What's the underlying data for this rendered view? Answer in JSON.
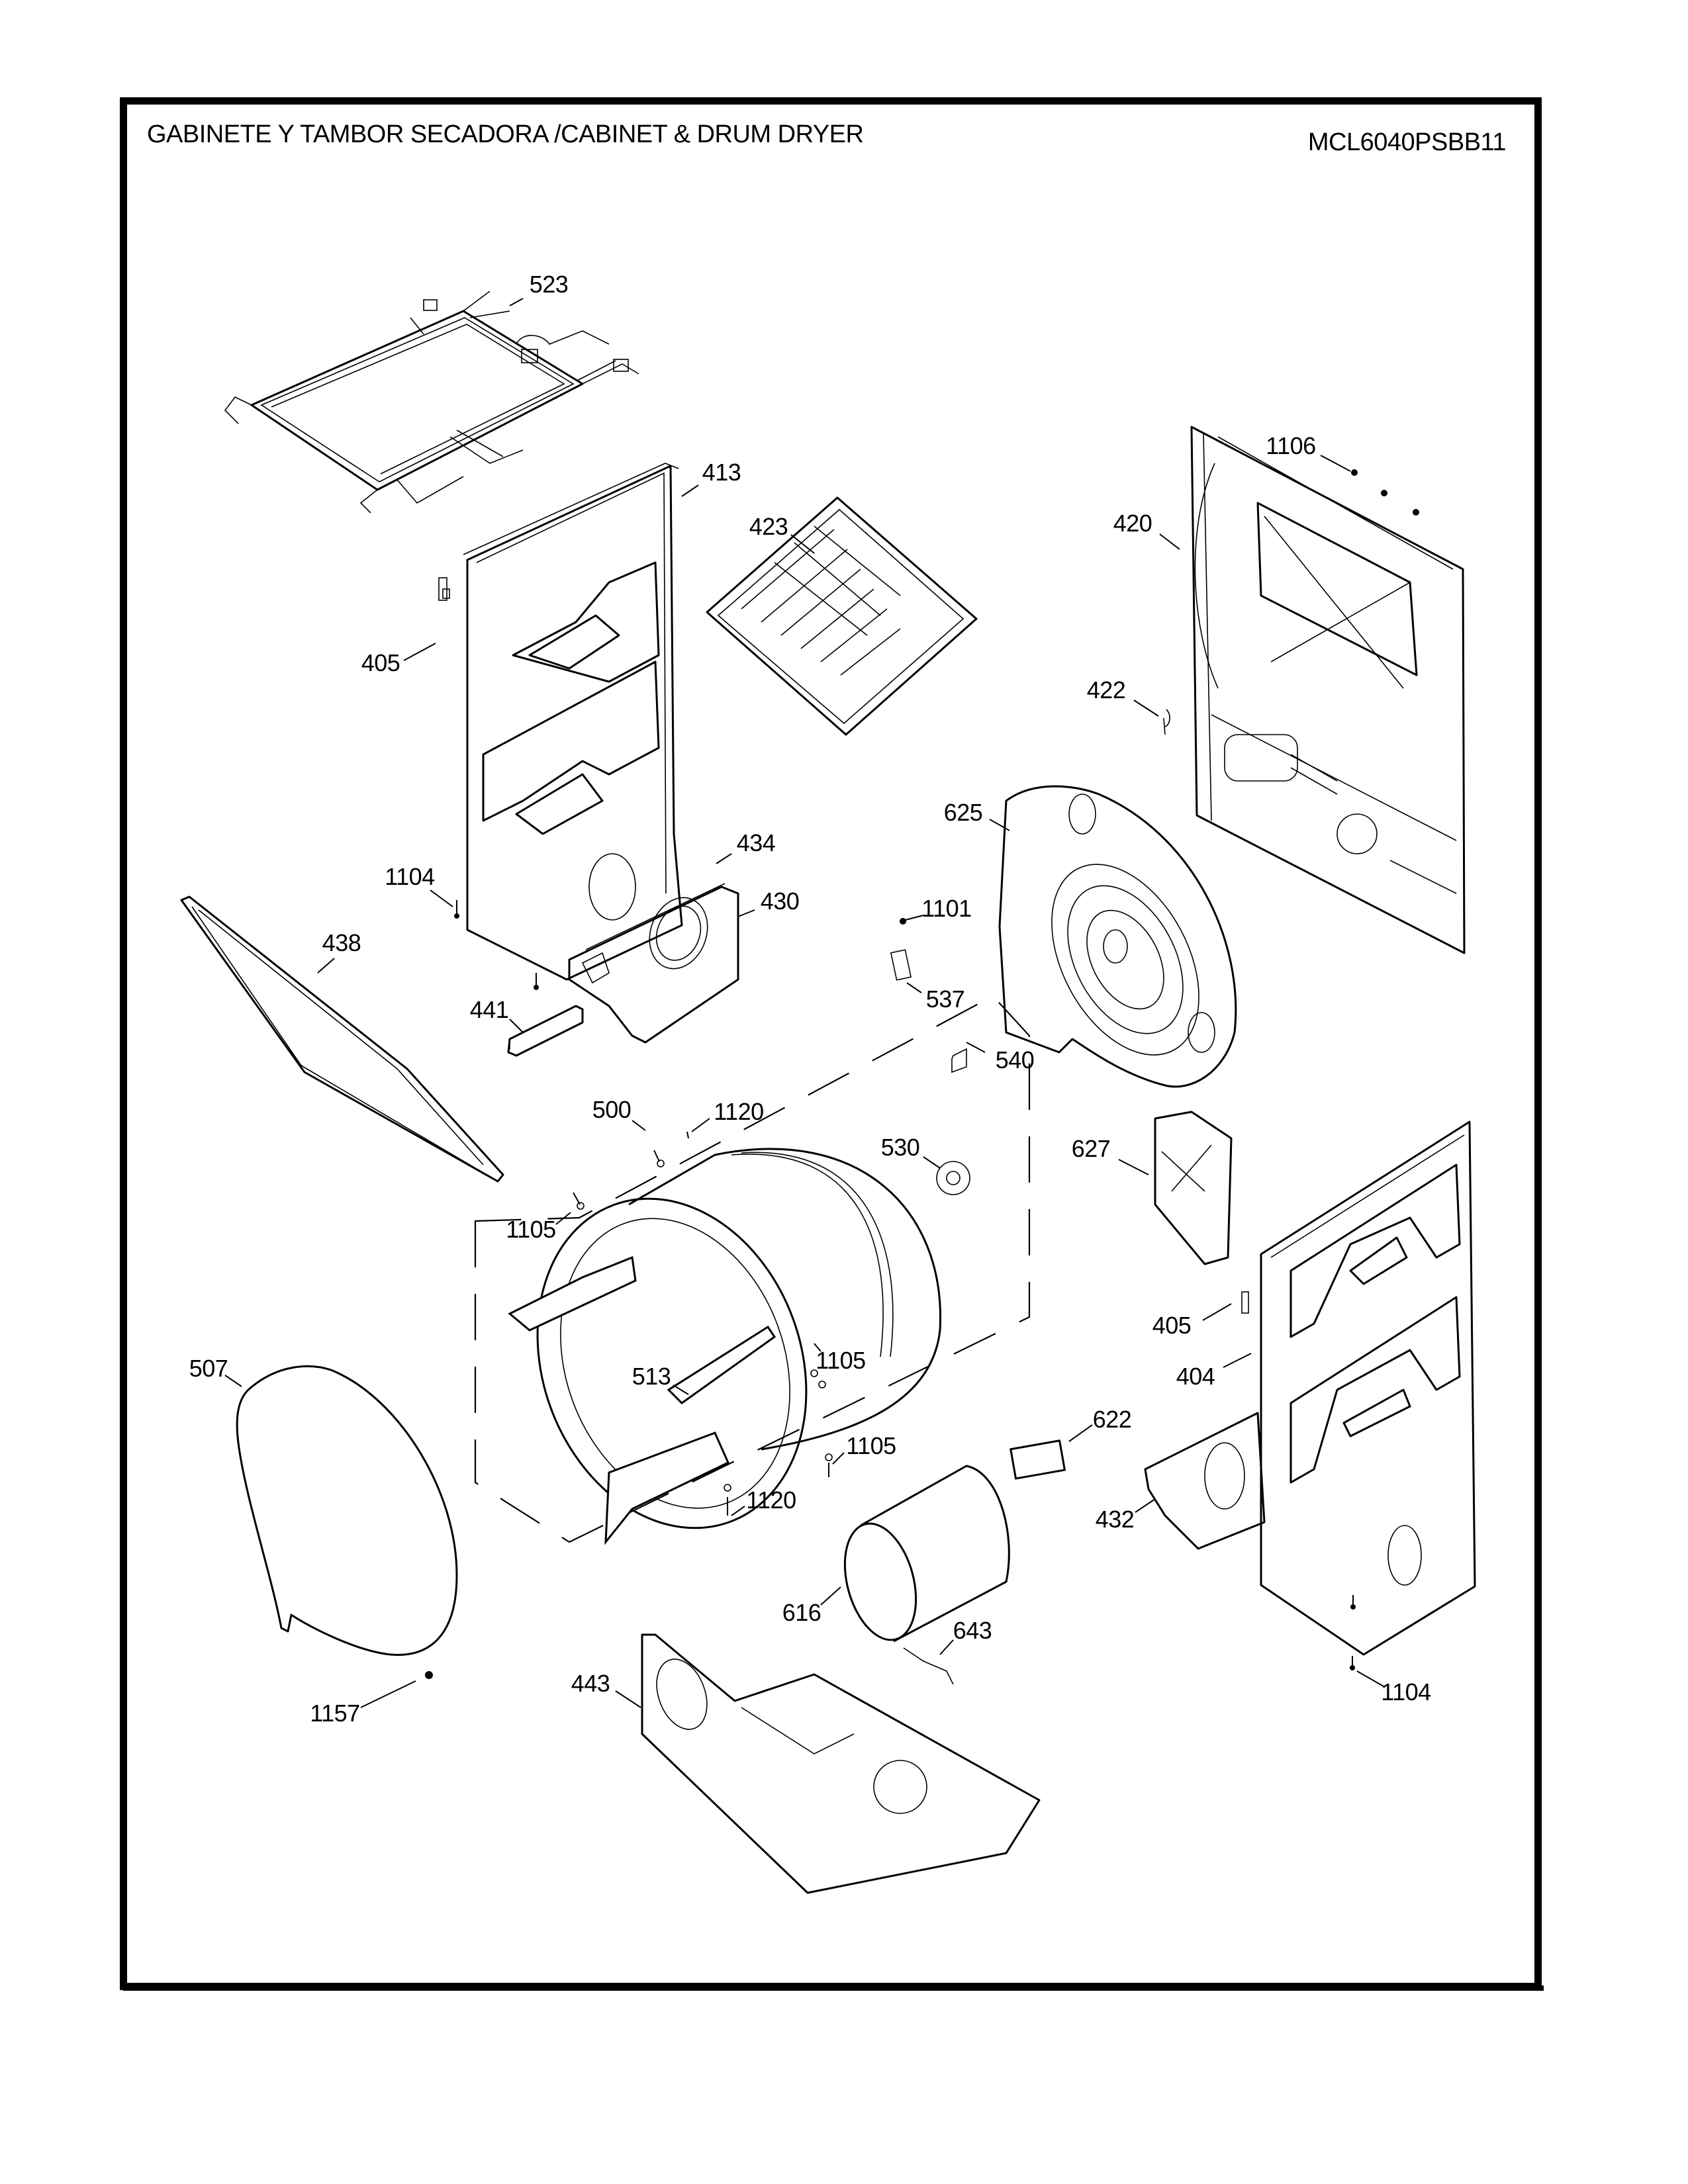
{
  "header": {
    "title": "GABINETE Y TAMBOR SECADORA /CABINET & DRUM  DRYER",
    "model": "MCL6040PSBB11"
  },
  "callouts": [
    {
      "id": "c523",
      "label": "523",
      "part": "wire-harness"
    },
    {
      "id": "c413",
      "label": "413",
      "part": "left-side-panel"
    },
    {
      "id": "c423",
      "label": "423",
      "part": "top-panel"
    },
    {
      "id": "c1106",
      "label": "1106",
      "part": "screw"
    },
    {
      "id": "c420",
      "label": "420",
      "part": "rear-panel"
    },
    {
      "id": "c405a",
      "label": "405",
      "part": "clip"
    },
    {
      "id": "c422",
      "label": "422",
      "part": "clip"
    },
    {
      "id": "c625",
      "label": "625",
      "part": "rear-bulkhead"
    },
    {
      "id": "c1104a",
      "label": "1104",
      "part": "screw"
    },
    {
      "id": "c434",
      "label": "434",
      "part": "bracket"
    },
    {
      "id": "c430",
      "label": "430",
      "part": "front-bulkhead"
    },
    {
      "id": "c1101",
      "label": "1101",
      "part": "screw"
    },
    {
      "id": "c438",
      "label": "438",
      "part": "front-panel-trim"
    },
    {
      "id": "c537",
      "label": "537",
      "part": "thermostat"
    },
    {
      "id": "c441",
      "label": "441",
      "part": "support-bracket"
    },
    {
      "id": "c540",
      "label": "540",
      "part": "thermal-fuse"
    },
    {
      "id": "c500",
      "label": "500",
      "part": "drum-assembly"
    },
    {
      "id": "c1120a",
      "label": "1120",
      "part": "screw"
    },
    {
      "id": "c530",
      "label": "530",
      "part": "drum-bearing"
    },
    {
      "id": "c627",
      "label": "627",
      "part": "heater-bracket"
    },
    {
      "id": "c1105a",
      "label": "1105",
      "part": "screw"
    },
    {
      "id": "c405b",
      "label": "405",
      "part": "clip"
    },
    {
      "id": "c1105b",
      "label": "1105",
      "part": "screw"
    },
    {
      "id": "c507",
      "label": "507",
      "part": "drum-belt"
    },
    {
      "id": "c513",
      "label": "513",
      "part": "drum-baffle"
    },
    {
      "id": "c404",
      "label": "404",
      "part": "right-side-panel"
    },
    {
      "id": "c622",
      "label": "622",
      "part": "motor-switch"
    },
    {
      "id": "c1105c",
      "label": "1105",
      "part": "screw"
    },
    {
      "id": "c1120b",
      "label": "1120",
      "part": "screw"
    },
    {
      "id": "c432",
      "label": "432",
      "part": "lower-bulkhead"
    },
    {
      "id": "c616",
      "label": "616",
      "part": "motor"
    },
    {
      "id": "c643",
      "label": "643",
      "part": "motor-clamp"
    },
    {
      "id": "c443",
      "label": "443",
      "part": "base"
    },
    {
      "id": "c1104b",
      "label": "1104",
      "part": "screw"
    },
    {
      "id": "c1157",
      "label": "1157",
      "part": "screw"
    }
  ]
}
